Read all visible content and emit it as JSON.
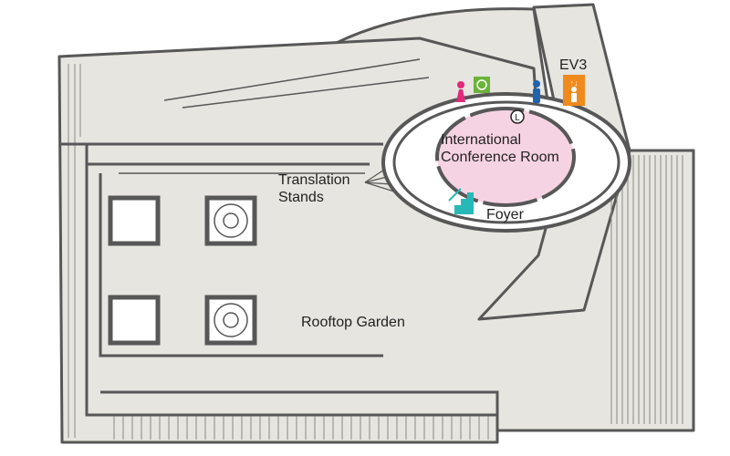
{
  "map": {
    "labels": {
      "room": "International Conference Room",
      "room_line1": "International",
      "room_line2": "Conference Room",
      "foyer": "Foyer",
      "translation_line1": "Translation",
      "translation_line2": "Stands",
      "garden": "Rooftop Garden",
      "elevator": "EV3",
      "locker_mark": "L"
    },
    "icons": [
      "womens-restroom-icon",
      "accessible-restroom-icon",
      "mens-restroom-icon",
      "elevator-icon",
      "stairs-icon",
      "locker-icon"
    ],
    "colors": {
      "floor": "#e6e5df",
      "wall": "#575757",
      "room": "#f6d3e3",
      "women": "#e4287a",
      "accessible": "#6bb33a",
      "men": "#1e62b0",
      "elevator": "#f08a1c",
      "stairs": "#27b8b8"
    }
  }
}
